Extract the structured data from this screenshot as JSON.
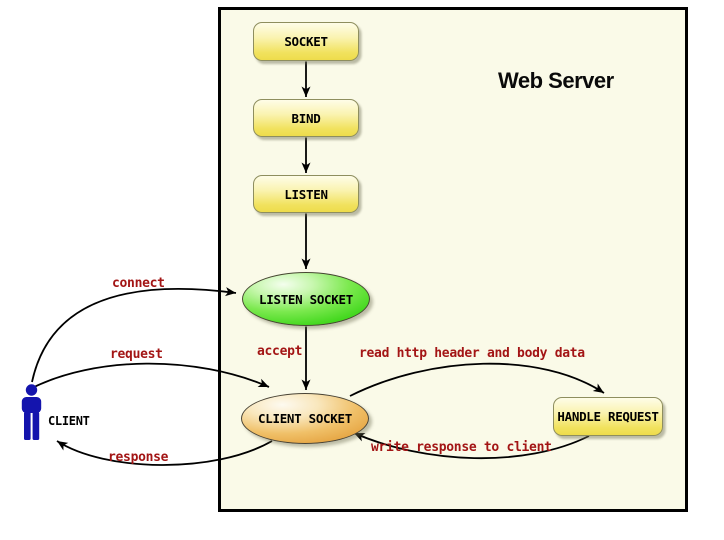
{
  "title": "Web Server",
  "nodes": {
    "socket": "SOCKET",
    "bind": "BIND",
    "listen": "LISTEN",
    "listen_socket": "LISTEN SOCKET",
    "client_socket": "CLIENT SOCKET",
    "handle_request": "HANDLE REQUEST"
  },
  "actor": {
    "label": "CLIENT"
  },
  "edges": {
    "connect": "connect",
    "request": "request",
    "response": "response",
    "accept": "accept",
    "read_request": "read http header and body data",
    "write_response": "write response to client"
  },
  "colors": {
    "box_bg": "#fafae8",
    "box_border": "#000000",
    "node_fill": "#eedc4b",
    "node_border": "#8e8e5e",
    "listen_socket_fill": "#44d81f",
    "client_socket_fill": "#e5a340",
    "edge_label_red": "#a31515",
    "actor_blue": "#1414ad",
    "arrow": "#000000"
  }
}
